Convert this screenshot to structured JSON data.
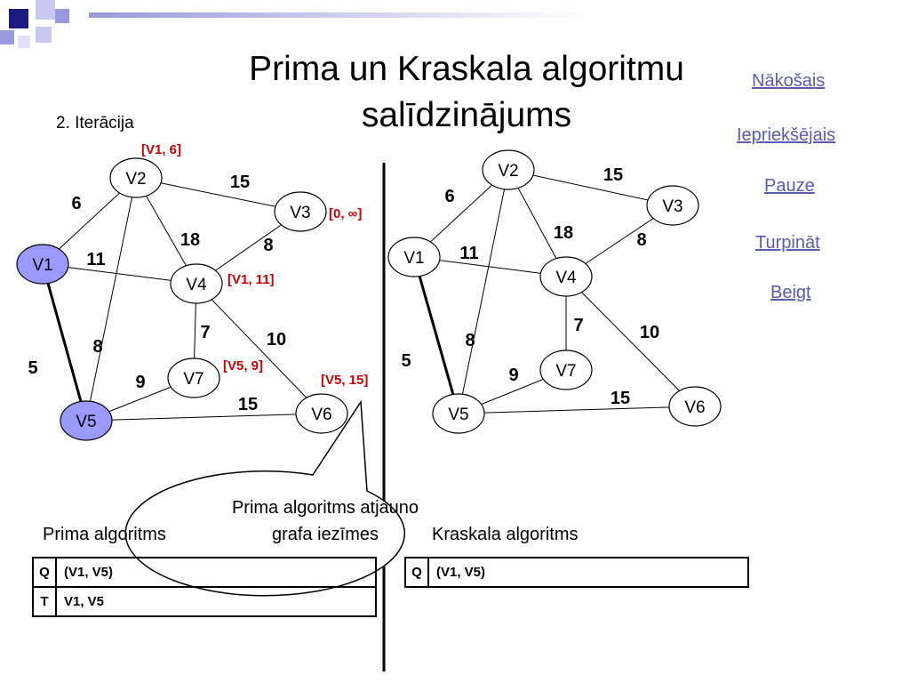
{
  "title": "Prima un Kraskala algoritmu salīdzinājums",
  "iteration_label": "2. Iterācija",
  "nav": {
    "next": "Nākošais",
    "prev": "Iepriekšējais",
    "pause": "Pauze ",
    "continue": "Turpināt ",
    "end": "Beigt"
  },
  "colors": {
    "highlight_node": "#9999ff",
    "label_red": "#cc0000",
    "link": "#5b5bb5"
  },
  "graph_left": {
    "nodes": [
      "V1",
      "V2",
      "V3",
      "V4",
      "V5",
      "V6",
      "V7"
    ],
    "highlighted": [
      "V1",
      "V5"
    ],
    "edge_weights": [
      "6",
      "15",
      "18",
      "11",
      "8",
      "8",
      "7",
      "10",
      "5",
      "9",
      "15"
    ],
    "bold_edges": [
      "V1-V5"
    ],
    "labels": {
      "V2": "[V1, 6]",
      "V3": "[0, ∞]",
      "V4": "[V1, 11]",
      "V7": "[V5, 9]",
      "V6": "[V5, 15]"
    }
  },
  "graph_right": {
    "nodes": [
      "V1",
      "V2",
      "V3",
      "V4",
      "V5",
      "V6",
      "V7"
    ],
    "edge_weights": [
      "6",
      "15",
      "18",
      "11",
      "8",
      "8",
      "7",
      "10",
      "5",
      "9",
      "15"
    ],
    "bold_edges": [
      "V1-V5"
    ]
  },
  "callout": "Prima algoritms atjauno grafa iezīmes",
  "prim_caption": "Prima algoritms",
  "kruskal_caption": "Kraskala algoritms",
  "prim_table": [
    {
      "key": "Q",
      "value": "(V1, V5)"
    },
    {
      "key": "T",
      "value": "V1, V5"
    }
  ],
  "kruskal_table": [
    {
      "key": "Q",
      "value": "(V1, V5)"
    }
  ]
}
